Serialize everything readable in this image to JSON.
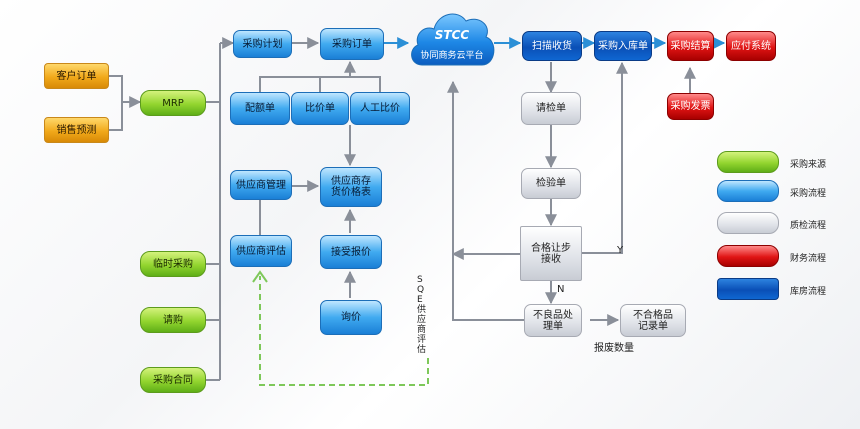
{
  "sources": {
    "customer_order": "客户订单",
    "sales_forecast": "销售预测",
    "mrp": "MRP",
    "temp_purchase": "临时采购",
    "requisition": "请购",
    "purchase_contract": "采购合同"
  },
  "process": {
    "purchase_plan": "采购计划",
    "purchase_order": "采购订单",
    "allocation_sheet": "配额单",
    "price_comparison": "比价单",
    "manual_comparison": "人工比价",
    "supplier_mgmt": "供应商管理",
    "supplier_price_list": "供应商存货价格表",
    "supplier_eval": "供应商评估",
    "accept_quote": "接受报价",
    "inquiry": "询价"
  },
  "cloud": {
    "logo": "STCC",
    "label": "协同商务云平台"
  },
  "warehouse": {
    "scan_receipt": "扫描收货",
    "purchase_inbound": "采购入库单",
    "purchase_settlement": "采购结算",
    "payables": "应付系统",
    "purchase_invoice": "采购发票"
  },
  "quality": {
    "inspection_request": "请检单",
    "inspection_sheet": "检验单",
    "qualified_decision": "合格让步接收",
    "defect_handling": "不良品处理单",
    "nonconforming_record": "不合格品记录单",
    "scrap_qty": "报废数量",
    "yes": "Y",
    "no": "N",
    "sqe_label": "SQE供应商评估"
  },
  "legend": {
    "items": [
      {
        "label": "采购来源",
        "color": "#8fd12c"
      },
      {
        "label": "采购流程",
        "color": "#3aa6ef"
      },
      {
        "label": "质检流程",
        "color": "#d9dce3"
      },
      {
        "label": "财务流程",
        "color": "#e01414"
      },
      {
        "label": "库房流程",
        "color": "#0a4fb6"
      }
    ]
  }
}
